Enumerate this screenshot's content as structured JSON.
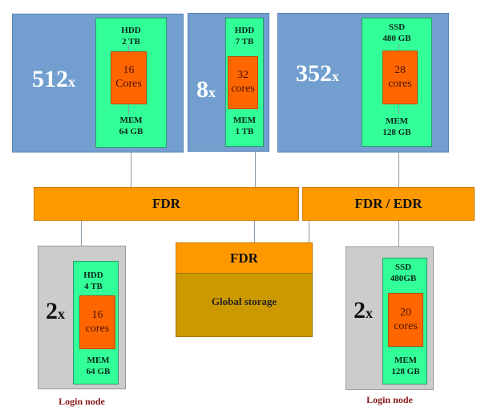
{
  "groups": [
    {
      "count": "512",
      "suffix": "x",
      "storage": "HDD",
      "storage_size": "2 TB",
      "cores_n": "16",
      "cores_label": "Cores",
      "mem": "MEM",
      "mem_size": "64 GB"
    },
    {
      "count": "8",
      "suffix": "x",
      "storage": "HDD",
      "storage_size": "7 TB",
      "cores_n": "32",
      "cores_label": "cores",
      "mem": "MEM",
      "mem_size": "1 TB"
    },
    {
      "count": "352",
      "suffix": "x",
      "storage": "SSD",
      "storage_size": "480 GB",
      "cores_n": "28",
      "cores_label": "cores",
      "mem": "MEM",
      "mem_size": "128 GB"
    }
  ],
  "networks": {
    "left": "FDR",
    "right": "FDR / EDR"
  },
  "storage": {
    "network": "FDR",
    "label": "Global storage"
  },
  "login_nodes": [
    {
      "count": "2",
      "suffix": "x",
      "storage": "HDD",
      "storage_size": "4 TB",
      "cores_n": "16",
      "cores_label": "cores",
      "mem": "MEM",
      "mem_size": "64 GB",
      "label": "Login node"
    },
    {
      "count": "2",
      "suffix": "x",
      "storage": "SSD",
      "storage_size": "480GB",
      "cores_n": "20",
      "cores_label": "cores",
      "mem": "MEM",
      "mem_size": "128 GB",
      "label": "Login node"
    }
  ]
}
